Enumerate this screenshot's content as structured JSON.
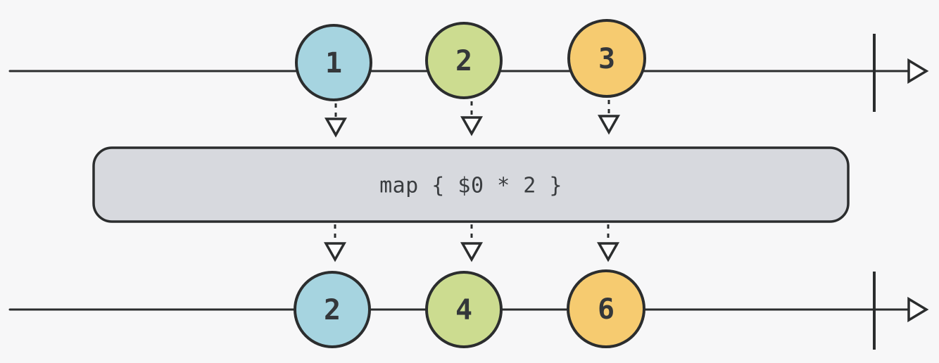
{
  "operator": {
    "label": "map { $0 * 2 }"
  },
  "streams": {
    "input": {
      "events": [
        {
          "value": "1",
          "color_name": "blue"
        },
        {
          "value": "2",
          "color_name": "green"
        },
        {
          "value": "3",
          "color_name": "orange"
        }
      ],
      "completed": true
    },
    "output": {
      "events": [
        {
          "value": "2",
          "color_name": "blue"
        },
        {
          "value": "4",
          "color_name": "green"
        },
        {
          "value": "6",
          "color_name": "orange"
        }
      ],
      "completed": true
    }
  },
  "colors": {
    "marble_blue": "#a6d4e0",
    "marble_green": "#ccdc90",
    "marble_orange": "#f6cb70",
    "operator_box_fill": "#d7d9de",
    "stroke": "#2b2d2e",
    "background": "#f7f7f8",
    "arrowhead_fill": "#fdfdfe",
    "label_text": "#34373a"
  }
}
